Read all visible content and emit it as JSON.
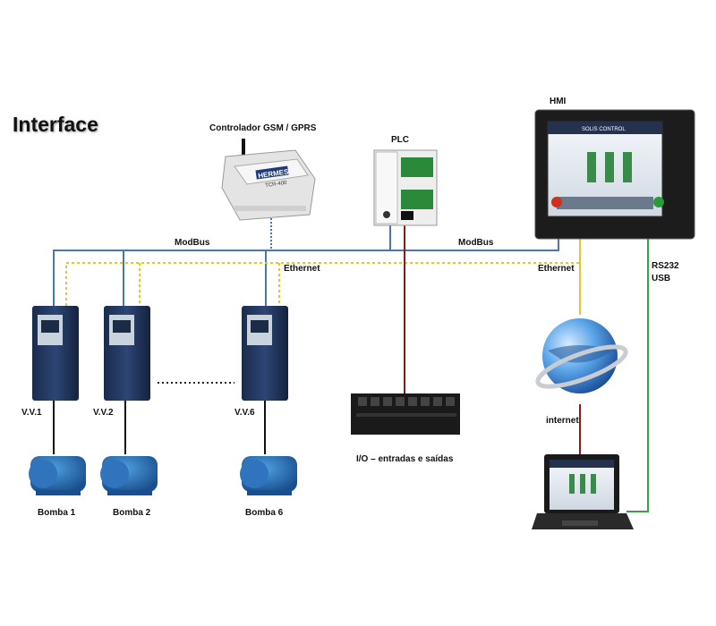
{
  "title": "Interface",
  "labels": {
    "gsm": "Controlador GSM / GPRS",
    "plc": "PLC",
    "hmi": "HMI",
    "modbus_left": "ModBus",
    "modbus_right": "ModBus",
    "ethernet_left": "Ethernet",
    "ethernet_right": "Ethernet",
    "rs232": "RS232",
    "usb": "USB",
    "internet": "internet",
    "io": "I/O – entradas e saídas",
    "vv1": "V.V.1",
    "vv2": "V.V.2",
    "vv6": "V.V.6",
    "bomba1": "Bomba 1",
    "bomba2": "Bomba 2",
    "bomba6": "Bomba 6"
  },
  "device_text": {
    "gsm_brand": "HERMES",
    "gsm_model": "TCR-400",
    "hmi_brand": "SOLIS CONTROL"
  },
  "colors": {
    "modbus": "#4a78a8",
    "ethernet": "#e6c23a",
    "io_wire": "#8b1a1a",
    "rs232": "#3aa04a",
    "drive": "#20345a"
  }
}
